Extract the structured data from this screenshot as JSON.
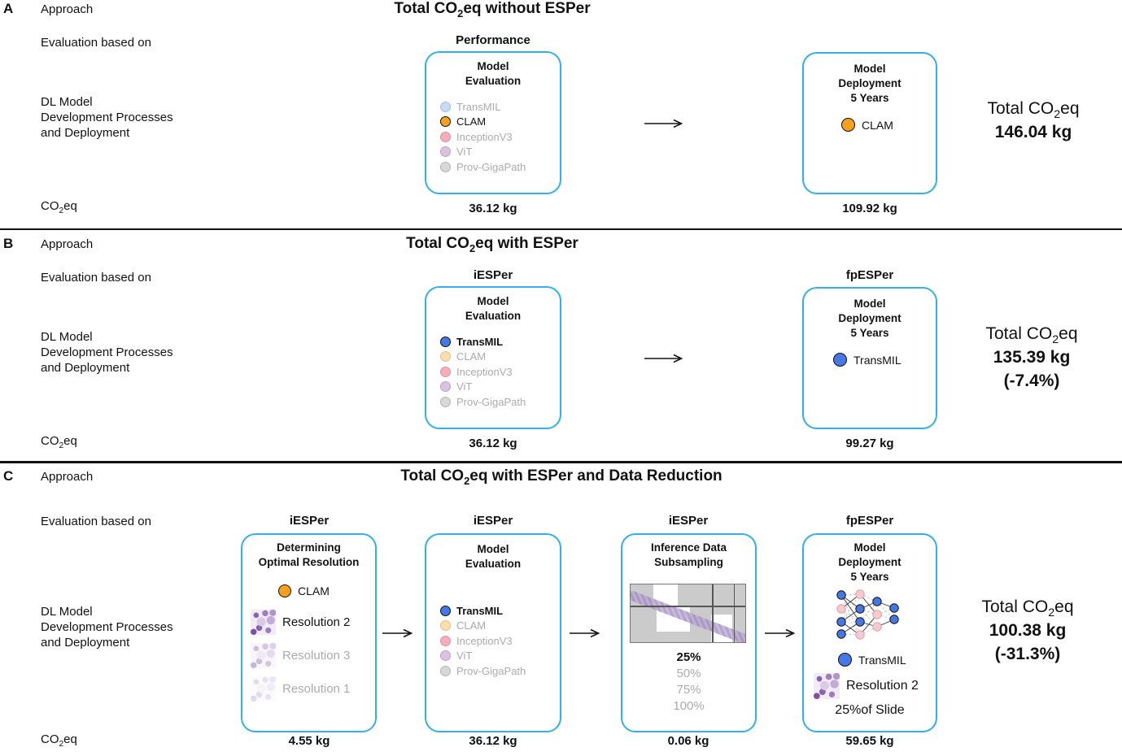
{
  "colors": {
    "box_border": "#31B0EC",
    "active_orange": "#F7A01E",
    "active_blue": "#4577E6",
    "faded_blue": "#C9DAF3",
    "faded_orange": "#F9DFAE",
    "faded_pink": "#F5AEB8",
    "faded_purple": "#D9C3DF",
    "faded_gray": "#D8D8D8",
    "inactive_text": "#ABABAB",
    "histology_purple": "#8A63B0",
    "nn_pink": "#F8C9CE"
  },
  "panel_a": {
    "panel_letter": "A",
    "approach_label": "Approach",
    "title": {
      "pre": "Total CO",
      "sub": "2",
      "post": "eq without ESPer"
    },
    "evaluation_label": "Evaluation based on",
    "dev_label_lines": [
      "DL Model",
      "Development Processes",
      "and Deployment"
    ],
    "co2_label": {
      "pre": "CO",
      "sub": "2",
      "post": "eq"
    },
    "eval_header": "Performance",
    "eval_box": {
      "title_lines": [
        "Model",
        "Evaluation"
      ],
      "items": [
        {
          "label": "TransMIL",
          "active": false
        },
        {
          "label": "CLAM",
          "active": true
        },
        {
          "label": "InceptionV3",
          "active": false
        },
        {
          "label": "ViT",
          "active": false
        },
        {
          "label": "Prov-GigaPath",
          "active": false
        }
      ],
      "co2_value": "36.12 kg"
    },
    "deploy_box": {
      "title_lines": [
        "Model",
        "Deployment",
        "5 Years"
      ],
      "item": {
        "label": "CLAM"
      },
      "co2_value": "109.92 kg"
    },
    "total": {
      "line1": {
        "pre": "Total CO",
        "sub": "2",
        "post": "eq"
      },
      "value": "146.04 kg"
    }
  },
  "panel_b": {
    "panel_letter": "B",
    "approach_label": "Approach",
    "title": {
      "pre": "Total CO",
      "sub": "2",
      "post": "eq with ESPer"
    },
    "evaluation_label": "Evaluation based on",
    "dev_label_lines": [
      "DL Model",
      "Development Processes",
      "and Deployment"
    ],
    "co2_label": {
      "pre": "CO",
      "sub": "2",
      "post": "eq"
    },
    "eval_header": "iESPer",
    "deploy_header": "fpESPer",
    "eval_box": {
      "title_lines": [
        "Model",
        "Evaluation"
      ],
      "items": [
        {
          "label": "TransMIL",
          "active": true
        },
        {
          "label": "CLAM",
          "active": false
        },
        {
          "label": "InceptionV3",
          "active": false
        },
        {
          "label": "ViT",
          "active": false
        },
        {
          "label": "Prov-GigaPath",
          "active": false
        }
      ],
      "co2_value": "36.12 kg"
    },
    "deploy_box": {
      "title_lines": [
        "Model",
        "Deployment",
        "5 Years"
      ],
      "item": {
        "label": "TransMIL"
      },
      "co2_value": "99.27 kg"
    },
    "total": {
      "line1": {
        "pre": "Total CO",
        "sub": "2",
        "post": "eq"
      },
      "value": "135.39 kg",
      "delta": "(-7.4%)"
    }
  },
  "panel_c": {
    "panel_letter": "C",
    "approach_label": "Approach",
    "title": {
      "pre": "Total CO",
      "sub": "2",
      "post": "eq with ESPer and Data Reduction"
    },
    "evaluation_label": "Evaluation based on",
    "dev_label_lines": [
      "DL Model",
      "Development Processes",
      "and Deployment"
    ],
    "co2_label": {
      "pre": "CO",
      "sub": "2",
      "post": "eq"
    },
    "headers": [
      "iESPer",
      "iESPer",
      "iESPer",
      "fpESPer"
    ],
    "res_box": {
      "title_lines": [
        "Determining",
        "Optimal Resolution"
      ],
      "item": {
        "label": "CLAM"
      },
      "resolutions": [
        {
          "label": "Resolution 2",
          "active": true
        },
        {
          "label": "Resolution 3",
          "active": false
        },
        {
          "label": "Resolution 1",
          "active": false
        }
      ],
      "co2_value": "4.55 kg"
    },
    "eval_box": {
      "title_lines": [
        "Model",
        "Evaluation"
      ],
      "items": [
        {
          "label": "TransMIL",
          "active": true
        },
        {
          "label": "CLAM",
          "active": false
        },
        {
          "label": "InceptionV3",
          "active": false
        },
        {
          "label": "ViT",
          "active": false
        },
        {
          "label": "Prov-GigaPath",
          "active": false
        }
      ],
      "co2_value": "36.12 kg"
    },
    "subsample_box": {
      "title_lines": [
        "Inference Data",
        "Subsampling"
      ],
      "percents": [
        {
          "label": "25%",
          "active": true
        },
        {
          "label": "50%",
          "active": false
        },
        {
          "label": "75%",
          "active": false
        },
        {
          "label": "100%",
          "active": false
        }
      ],
      "co2_value": "0.06 kg"
    },
    "deploy_box": {
      "title_lines": [
        "Model",
        "Deployment",
        "5 Years"
      ],
      "item": {
        "label": "TransMIL"
      },
      "resolution_label": "Resolution 2",
      "slide_label": "25%of Slide",
      "co2_value": "59.65 kg"
    },
    "total": {
      "line1": {
        "pre": "Total CO",
        "sub": "2",
        "post": "eq"
      },
      "value": "100.38 kg",
      "delta": "(-31.3%)"
    }
  }
}
